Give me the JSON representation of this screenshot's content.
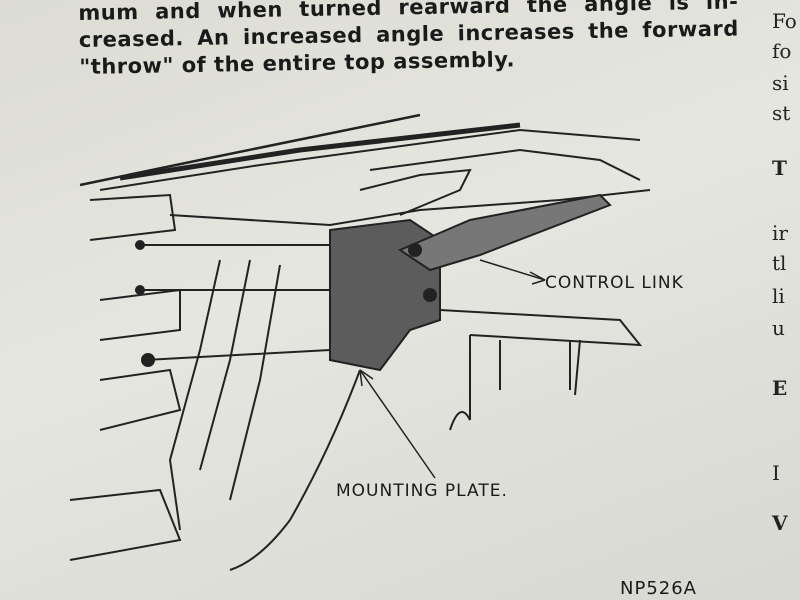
{
  "paragraph": {
    "lines": [
      "mum and when turned rearward the angle is in-",
      "creased. An increased angle increases the forward",
      "\"throw\" of the entire top assembly."
    ]
  },
  "right_column_fragments": [
    "Fo",
    "fo",
    "si",
    "st",
    "T",
    "ir",
    "tl",
    "li",
    "u",
    "E",
    "I",
    "V"
  ],
  "figure": {
    "labels": {
      "control_link": "CONTROL LINK",
      "mounting_plate": "MOUNTING PLATE."
    },
    "figure_id": "NP526A"
  }
}
